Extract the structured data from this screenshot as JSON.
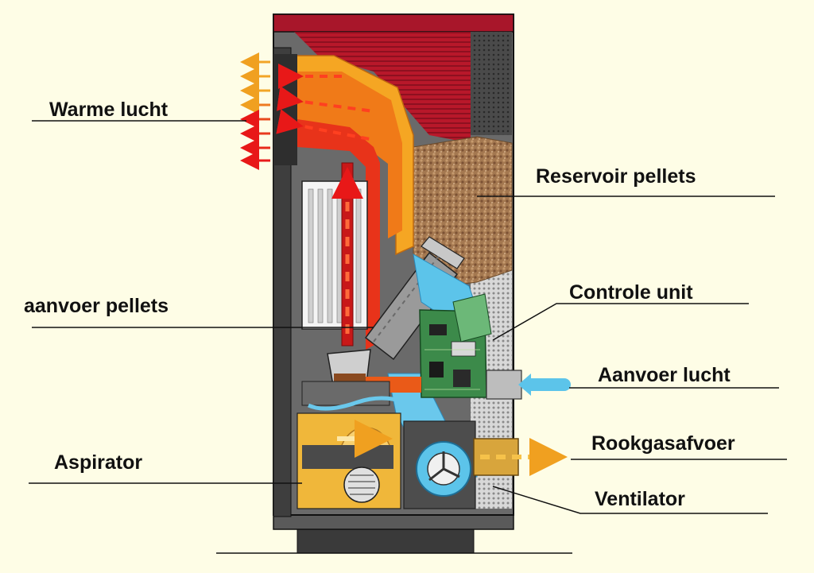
{
  "labels": {
    "warme_lucht": "Warme lucht",
    "reservoir_pellets": "Reservoir pellets",
    "aanvoer_pellets": "aanvoer pellets",
    "controle_unit": "Controle unit",
    "aanvoer_lucht": "Aanvoer lucht",
    "aspirator": "Aspirator",
    "rookgasafvoer": "Rookgasafvoer",
    "ventilator": "Ventilator"
  },
  "colors": {
    "background": "#fefde6",
    "casing_top": "#b01a2a",
    "fire_orange": "#f08a1e",
    "fire_red": "#e21a12",
    "pellets": "#a87c54",
    "cold_air": "#68c8ec",
    "circuit_board": "#3c8a4a",
    "grey_body": "#5c5c5c"
  }
}
